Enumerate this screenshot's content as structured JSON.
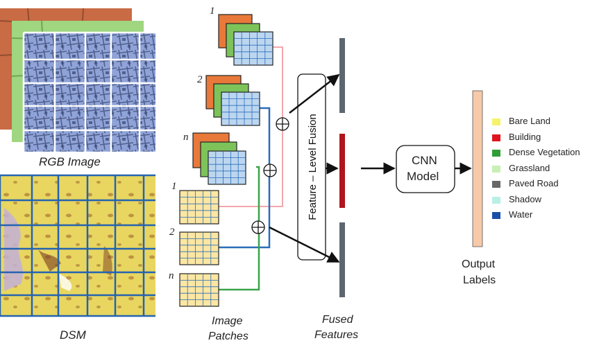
{
  "labels": {
    "rgb_image": "RGB Image",
    "dsm": "DSM",
    "image_patches_line1": "Image",
    "image_patches_line2": "Patches",
    "fused_features_line1": "Fused",
    "fused_features_line2": "Features",
    "fusion_box": "Feature – Level Fusion",
    "cnn_line1": "CNN",
    "cnn_line2": "Model",
    "output_line1": "Output",
    "output_line2": "Labels"
  },
  "patch_indices": {
    "rgb": [
      "1",
      "2",
      "n"
    ],
    "dsm": [
      "1",
      "2",
      "n"
    ]
  },
  "operators": {
    "sum": "⊕"
  },
  "legend": [
    {
      "label": "Bare Land",
      "color": "#f4f36b"
    },
    {
      "label": "Building",
      "color": "#e0141e"
    },
    {
      "label": "Dense Vegetation",
      "color": "#2e9e38"
    },
    {
      "label": "Grassland",
      "color": "#c7f0b4"
    },
    {
      "label": "Paved Road",
      "color": "#676767"
    },
    {
      "label": "Shadow",
      "color": "#b8f0e4"
    },
    {
      "label": "Water",
      "color": "#1a4fa8"
    }
  ],
  "colors": {
    "patch_orange": "#e8793a",
    "patch_green": "#7dc35a",
    "patch_blue": "#bcd6f0",
    "patch_yellow": "#fbe6a3",
    "line_pink": "#f4a6ae",
    "line_blue": "#2a6db8",
    "line_green": "#3aa34a",
    "bar_gray": "#5d6670",
    "bar_red": "#b0141e",
    "output_bar": "#f6c9a8",
    "dsm_grid": "#2563b0",
    "rgb_grid": "#ffffff"
  }
}
